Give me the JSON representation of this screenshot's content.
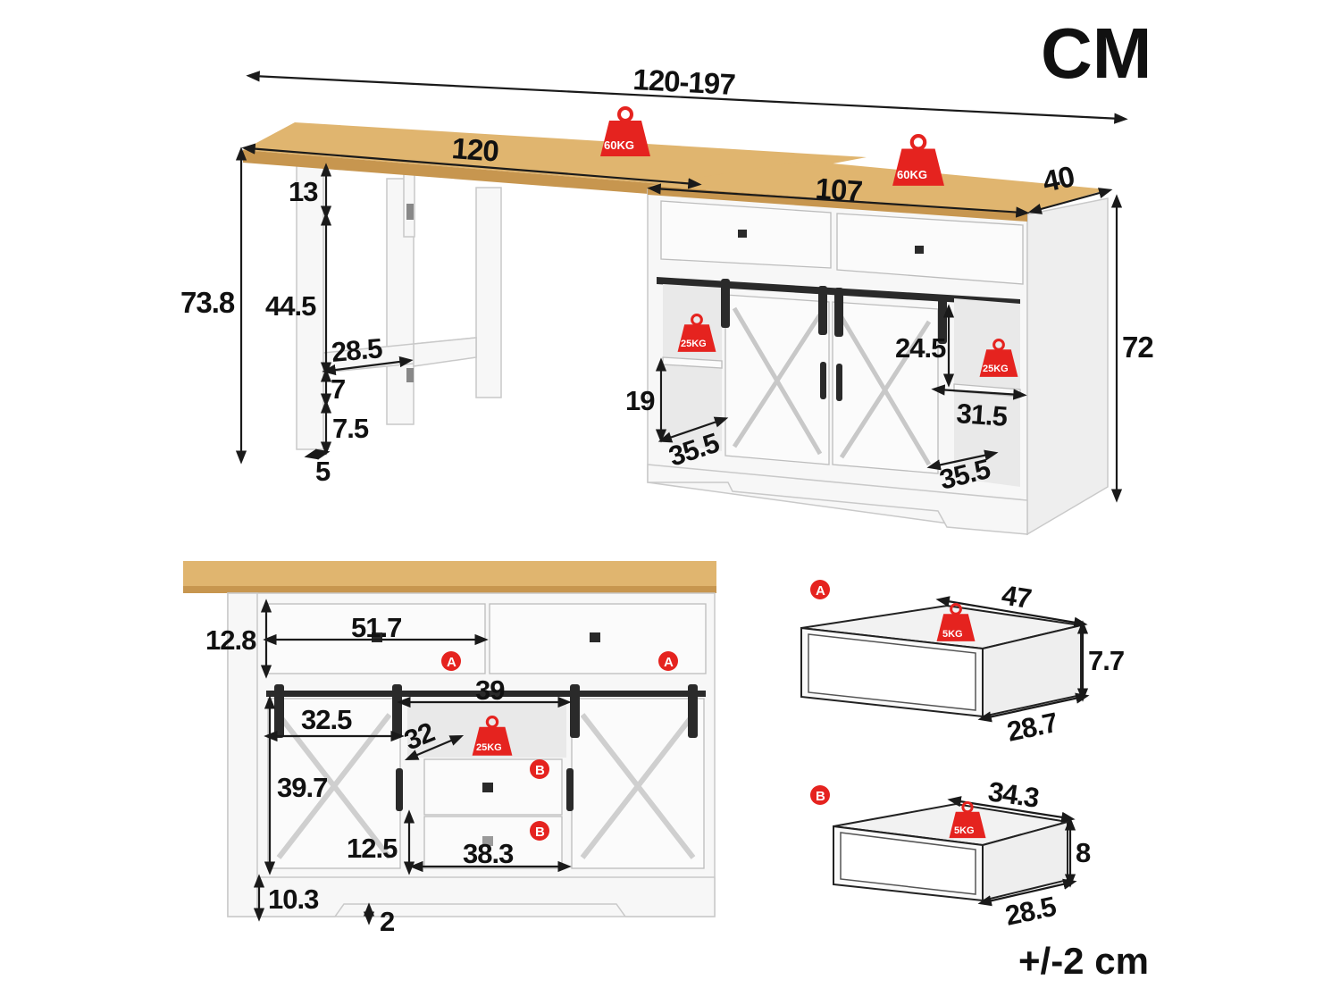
{
  "unit_label": "CM",
  "tolerance": "+/-2 cm",
  "colors": {
    "wood": "#e0b56f",
    "cabinet": "#f7f7f7",
    "weight_badge": "#e5231f",
    "hardware": "#2a2a2a"
  },
  "top_view": {
    "total_length": "120-197",
    "desk_length": "120",
    "cabinet_length": "107",
    "depth": "40",
    "desk_height": "73.8",
    "cabinet_height": "72",
    "apron_height": "13",
    "leg_upper": "44.5",
    "stretcher_depth": "28.5",
    "stretcher_height": "7",
    "foot_height": "7.5",
    "leg_width": "5",
    "left_shelf_height": "19",
    "left_shelf_depth": "35.5",
    "right_shelf_height": "24.5",
    "right_shelf_width": "31.5",
    "right_shelf_depth": "35.5",
    "desk_load": "60KG",
    "cabinet_load": "60KG",
    "left_shelf_load": "25KG",
    "right_shelf_load": "25KG"
  },
  "front_view": {
    "drawer_height": "12.8",
    "drawer_width": "51.7",
    "sliding_width": "39",
    "door_width": "32.5",
    "center_depth": "32",
    "door_height": "39.7",
    "small_drawer_height": "12.5",
    "small_drawer_width": "38.3",
    "base_height": "10.3",
    "foot_gap": "2",
    "center_load": "25KG",
    "mark_a": "A",
    "mark_b": "B"
  },
  "drawer_a": {
    "mark": "A",
    "width": "47",
    "height": "7.7",
    "depth": "28.7",
    "load": "5KG"
  },
  "drawer_b": {
    "mark": "B",
    "width": "34.3",
    "height": "8",
    "depth": "28.5",
    "load": "5KG"
  }
}
